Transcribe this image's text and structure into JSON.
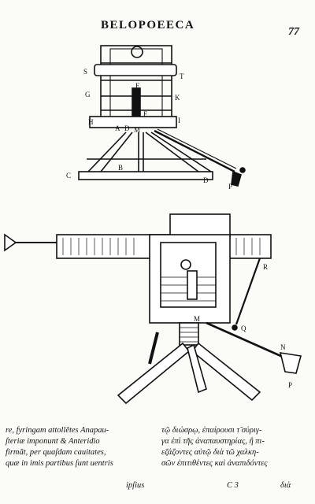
{
  "header": {
    "title": "BELOPOEECA",
    "folio": "77"
  },
  "figure_top": {
    "labels": [
      "S",
      "T",
      "G",
      "K",
      "E",
      "F",
      "H",
      "I",
      "A",
      "M",
      "D",
      "B",
      "C",
      "D",
      "P"
    ]
  },
  "figure_bottom": {
    "labels": [
      "R",
      "M",
      "Q",
      "N",
      "P"
    ]
  },
  "latin_text": {
    "lines": [
      "re, fyringam attollẽtes Anapau-",
      "ſteriæ imponunt & Anteridio",
      "firmãt, per quaſdam cauitates,",
      "quæ in imis partibus ſunt uentris"
    ],
    "catchword": "ipſius"
  },
  "greek_text": {
    "lines": [
      "τῷ διώσρῳ, ἐπαίρουσι τ̃ σύριγ-",
      "γα ἐπὶ τῆς ἀναπαυστηρίας, ἢ πι-",
      "εζάζοντες αὐτῷ διὰ τῶ χαλκη-",
      "σῶν ἐπιτιθέντες καὶ ἀναπιδόντες"
    ],
    "signature": "C 3",
    "catchword": "διὰ"
  }
}
